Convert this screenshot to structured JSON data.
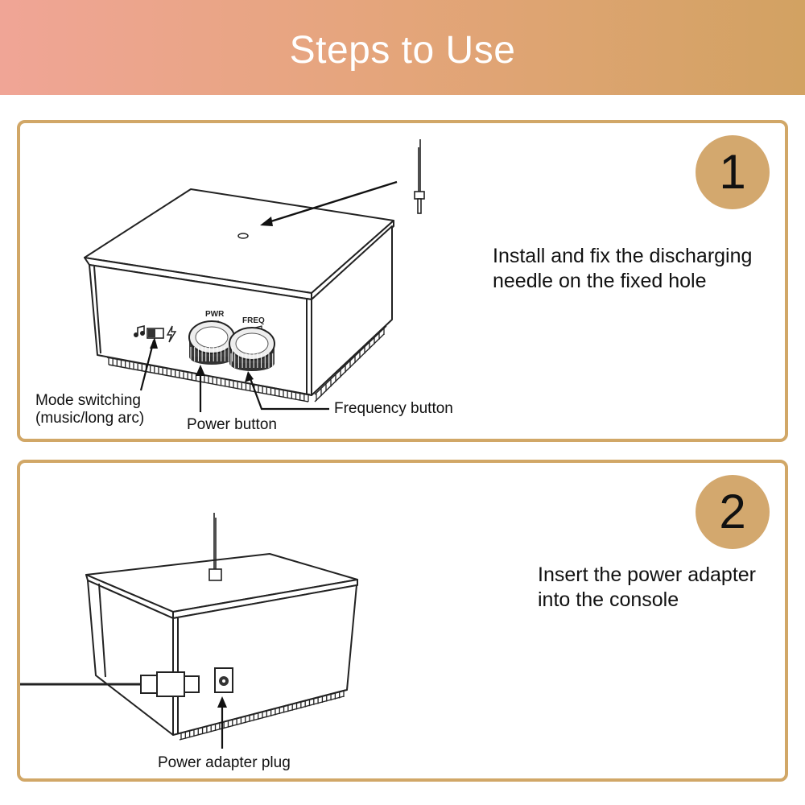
{
  "header": {
    "title": "Steps to Use"
  },
  "steps": [
    {
      "number": "1",
      "instruction": "Install and fix the discharging needle on the fixed hole",
      "labels": {
        "mode_switching": "Mode switching",
        "mode_switching_detail": "(music/long arc)",
        "power_button": "Power button",
        "frequency_button": "Frequency button",
        "knob_pwr": "PWR",
        "knob_freq": "FREQ"
      }
    },
    {
      "number": "2",
      "instruction": "Insert the power adapter into the console",
      "labels": {
        "power_adapter_plug": "Power adapter plug"
      }
    }
  ],
  "colors": {
    "header_gradient_start": "#f0a596",
    "header_gradient_end": "#d2a262",
    "panel_border": "#d1a767",
    "badge_fill": "#d3a86e"
  },
  "icons": [
    "music-note-icon",
    "toggle-switch-icon",
    "lightning-icon"
  ]
}
